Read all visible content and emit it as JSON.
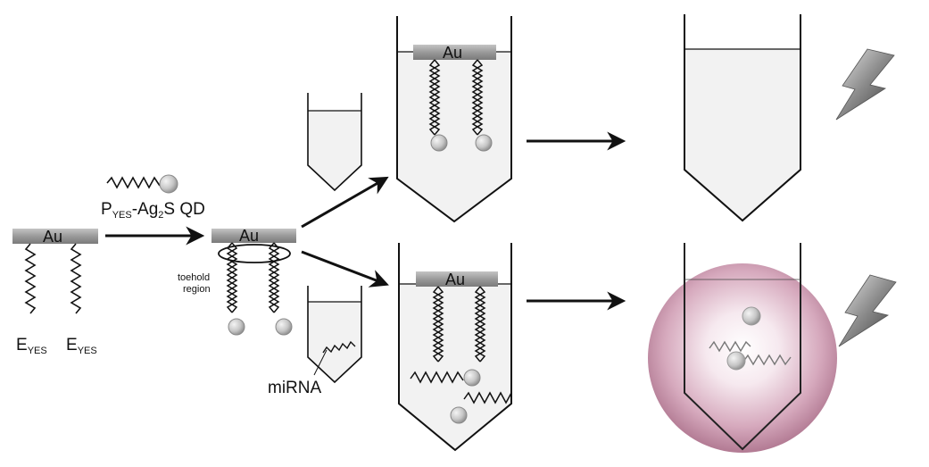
{
  "labels": {
    "au": "Au",
    "e_yes_main": "E",
    "e_yes_sub": "YES",
    "probe_p": "P",
    "probe_yes_sub": "YES",
    "probe_mid": "-Ag",
    "probe_two_sub": "2",
    "probe_end": "S QD",
    "toehold_line1": "toehold",
    "toehold_line2": "region",
    "mirna": "miRNA"
  },
  "colors": {
    "ink": "#111111",
    "au_bar": "#9a9a9a",
    "tube_fill": "#f2f2f2",
    "qd_fill": "#c8c8c8",
    "glow": "#c48aa4",
    "bolt": "#8a8a8a"
  }
}
